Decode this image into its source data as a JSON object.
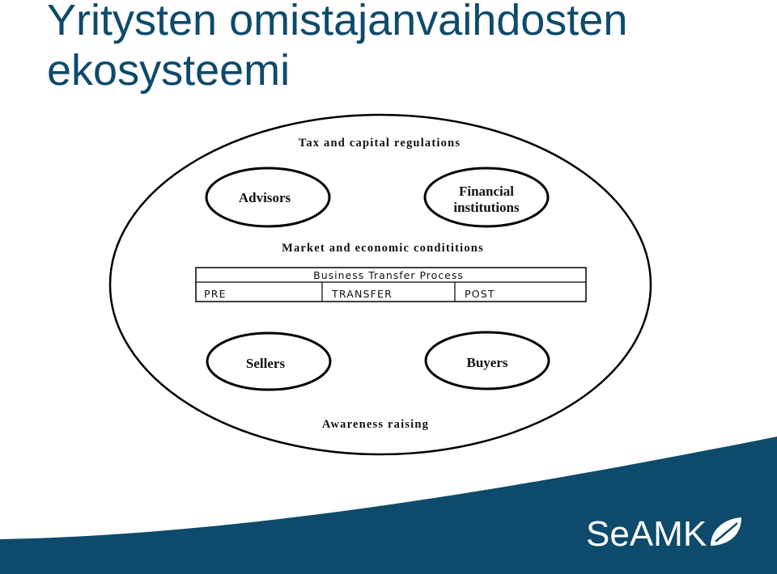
{
  "slide": {
    "title_line1": "Yritysten omistajanvaihdosten",
    "title_line2": "ekosysteemi"
  },
  "diagram": {
    "tax_label": "Tax and capital regulations",
    "advisors": "Advisors",
    "financial_line1": "Financial",
    "financial_line2": "institutions",
    "market_label": "Market and economic condititions",
    "process_title": "Business Transfer Process",
    "phases": [
      "PRE",
      "TRANSFER",
      "POST"
    ],
    "sellers": "Sellers",
    "buyers": "Buyers",
    "awareness_label": "Awareness raising"
  },
  "footer": {
    "logo_text": "SeAMK",
    "band_color": "#0e4a6b",
    "logo_color": "#ffffff"
  }
}
